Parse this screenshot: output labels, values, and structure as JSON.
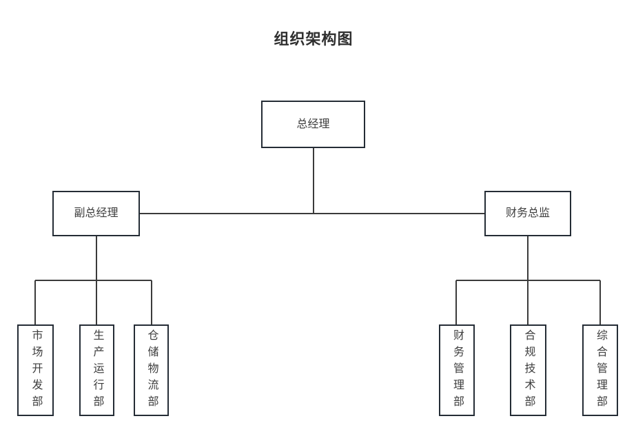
{
  "title": "组织架构图",
  "colors": {
    "background": "#ffffff",
    "node_fill": "#ffffff",
    "border": "#242c35",
    "line": "#3a3a3a",
    "text": "#3d3d3d",
    "title_text": "#2f2f2f"
  },
  "nodes": {
    "ceo": {
      "label": "总经理"
    },
    "deputy": {
      "label": "副总经理"
    },
    "cfo": {
      "label": "财务总监"
    },
    "market": {
      "label": "市场开发部"
    },
    "production": {
      "label": "生产运行部"
    },
    "warehouse": {
      "label": "仓储物流部"
    },
    "finance": {
      "label": "财务管理部"
    },
    "compliance": {
      "label": "合规技术部"
    },
    "general": {
      "label": "综合管理部"
    }
  }
}
